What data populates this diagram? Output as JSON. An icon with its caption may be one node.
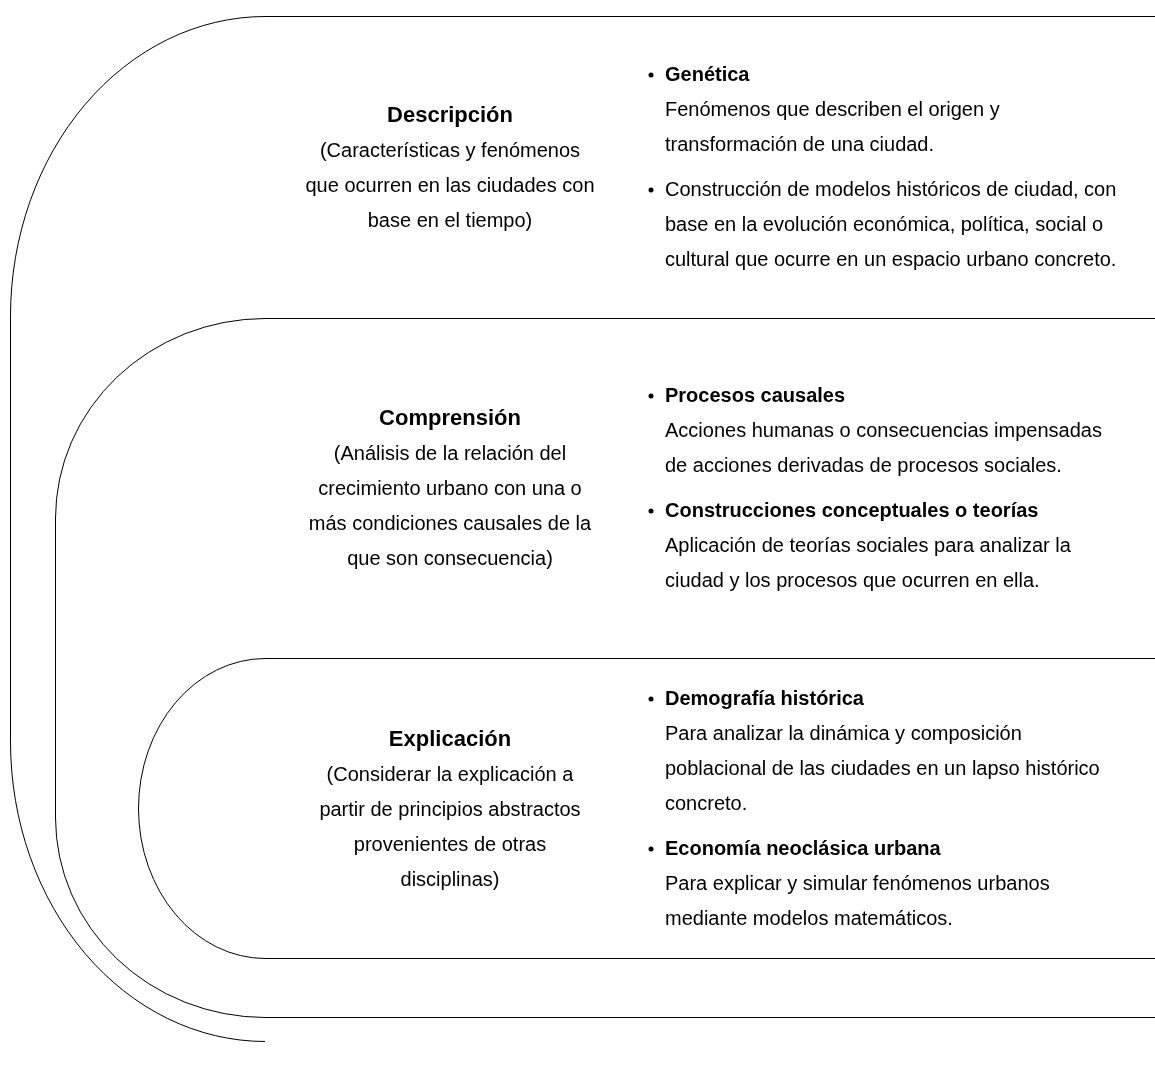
{
  "diagram": {
    "nodes": [
      {
        "text": [
          "Descripción",
          "(Características y fenómenos que ocurren en las ciudades con base en el tiempo)",
          "**Genética** Fenómenos que describen el origen y transformación de una ciudad.",
          "Construcción de modelos históricos de ciudad, con base en la evolución económica, política, social o cultural que ocurre en un espacio urbano concreto."
        ]
      },
      {
        "text": [
          "Comprensión",
          "(Análisis de la relación del crecimiento urbano con una o más condiciones causales de la que son consecuencia)",
          "**Procesos causales** Acciones humanas o consecuencias impensadas de acciones derivadas de procesos sociales.",
          "**Construcciones conceptuales o teorías** Aplicación de teorías sociales para analizar la ciudad y los procesos que ocurren en ella."
        ],
        "in": 0
      },
      {
        "text": [
          "Explicación",
          "(Considerar la explicación a partir de principios abstractos provenientes de otras disciplinas)",
          "**Demografía histórica** Para analizar la dinámica y composición poblacional de las ciudades en un lapso histórico concreto.",
          "**Economía neoclásica urbana** Para explicar y simular fenómenos urbanos mediante modelos matemáticos."
        ],
        "in": 1
      }
    ],
    "edges": []
  }
}
